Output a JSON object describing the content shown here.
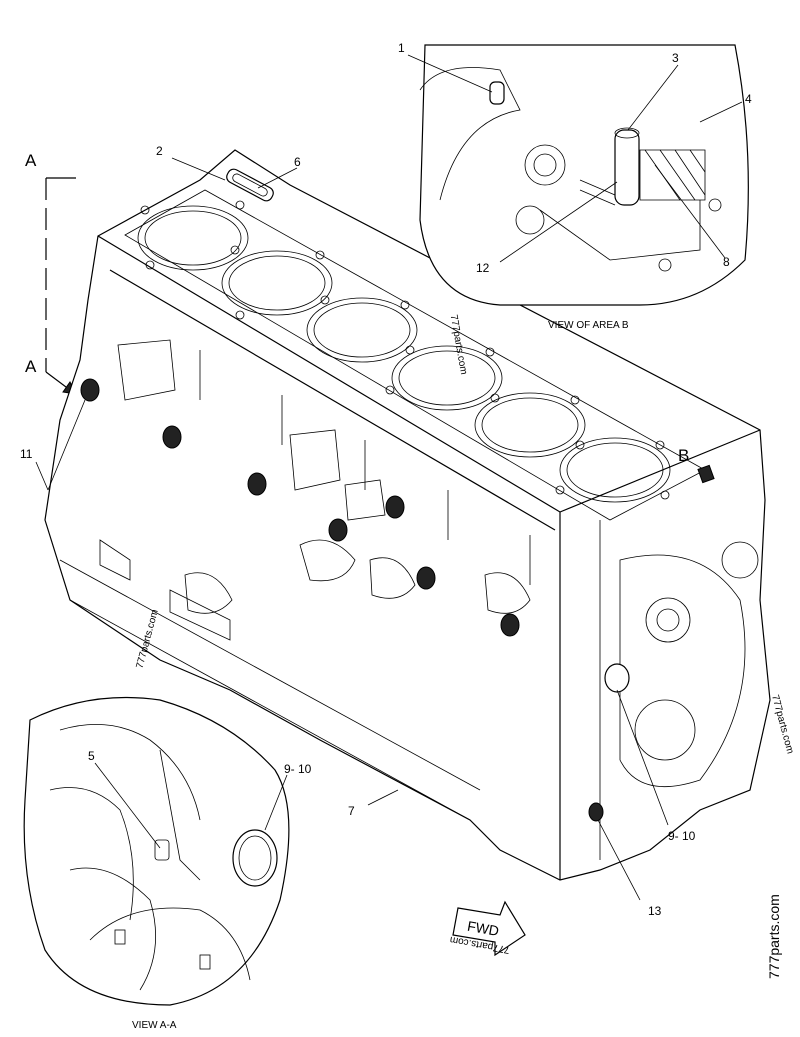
{
  "callouts": {
    "c1": "1",
    "c2": "2",
    "c3": "3",
    "c4": "4",
    "c5": "5",
    "c6": "6",
    "c7": "7",
    "c8": "8",
    "c9_10_top": "9- 10",
    "c9_10_bottom": "9- 10",
    "c11": "11",
    "c12": "12",
    "c13": "13"
  },
  "view_letters": {
    "a_top": "A",
    "a_bottom": "A",
    "b": "B"
  },
  "captions": {
    "view_area_b": "VIEW OF AREA B",
    "view_a_a": "VIEW A-A",
    "fwd": "FWD"
  },
  "watermarks": {
    "w1": "777parts.com",
    "w2": "777parts.com",
    "w3": "777parts.com",
    "w4": "777parts.com",
    "w5": "777parts.com"
  }
}
